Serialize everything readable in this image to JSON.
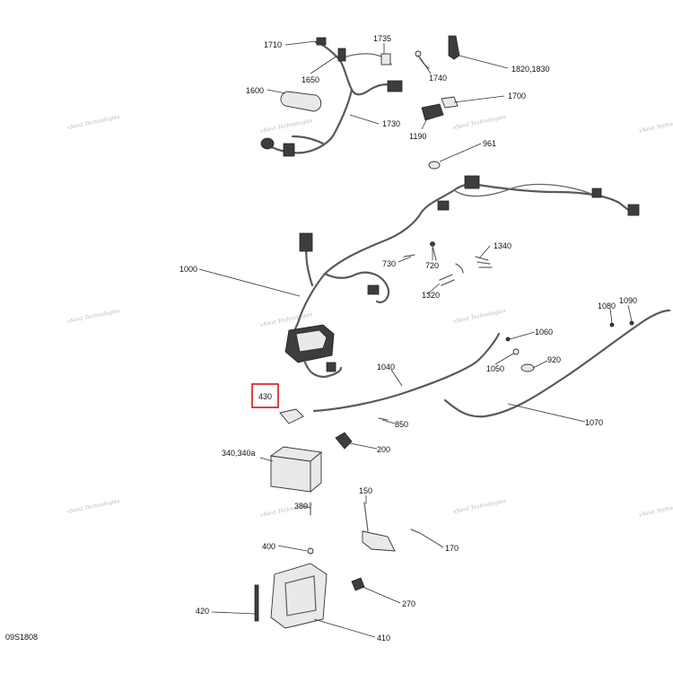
{
  "diagram": {
    "code": "09S1808",
    "highlighted_callout": "430",
    "highlight_color": "#d0161b",
    "watermark_text": "vNext Technologies",
    "callouts": {
      "c1710": "1710",
      "c1735": "1735",
      "c1650": "1650",
      "c1740": "1740",
      "c1820": "1820,1830",
      "c1600": "1600",
      "c1700": "1700",
      "c1730": "1730",
      "c1190": "1190",
      "c961": "961",
      "c1340": "1340",
      "c730": "730",
      "c720": "720",
      "c1000": "1000",
      "c1320": "1320",
      "c1080": "1080",
      "c1090": "1090",
      "c1060": "1060",
      "c1040": "1040",
      "c1050": "1050",
      "c920": "920",
      "c430": "430",
      "c850": "850",
      "c1070": "1070",
      "c200": "200",
      "c340": "340,340a",
      "c380": "380",
      "c150": "150",
      "c400": "400",
      "c170": "170",
      "c270": "270",
      "c420": "420",
      "c410": "410"
    }
  }
}
